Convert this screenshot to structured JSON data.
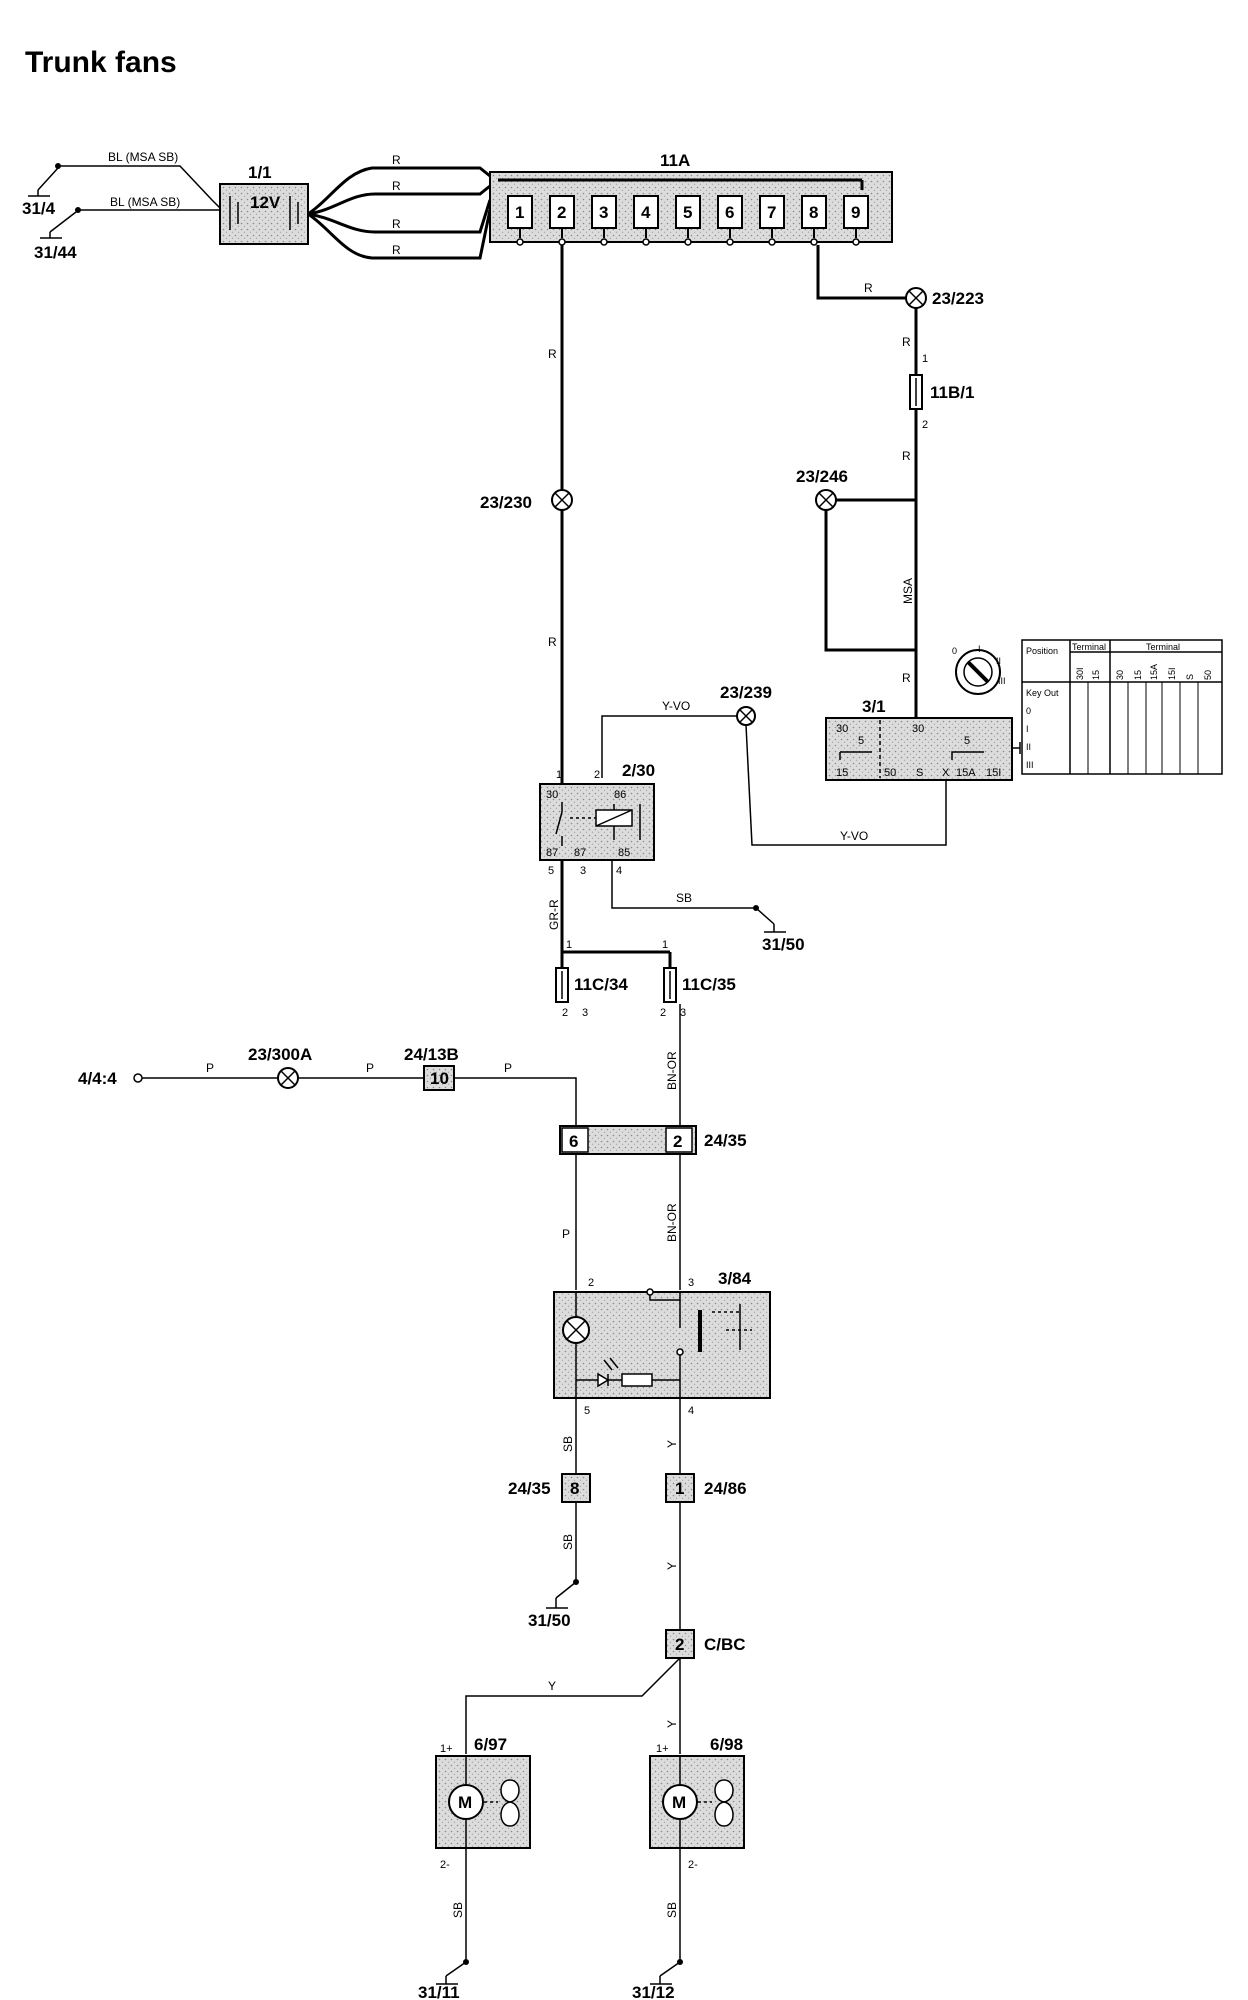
{
  "title": "Trunk fans",
  "components": {
    "battery": {
      "id": "1/1",
      "label": "12V"
    },
    "fusebox": {
      "id": "11A",
      "pins": [
        "1",
        "2",
        "3",
        "4",
        "5",
        "6",
        "7",
        "8",
        "9"
      ]
    },
    "fuse_11b1": {
      "id": "11B/1",
      "pin1": "1",
      "pin2": "2"
    },
    "ignition_switch": {
      "id": "3/1",
      "terminals": [
        "30",
        "15",
        "50",
        "S",
        "X",
        "15A",
        "15I",
        "5",
        "5"
      ]
    },
    "relay": {
      "id": "2/30",
      "pins": [
        "30",
        "86",
        "87",
        "87",
        "85"
      ],
      "wire_pins": [
        "1",
        "2",
        "5",
        "3",
        "4"
      ]
    },
    "fuse_11c34": {
      "id": "11C/34",
      "pins": [
        "1",
        "2",
        "3"
      ]
    },
    "fuse_11c35": {
      "id": "11C/35",
      "pins": [
        "1",
        "2",
        "3"
      ]
    },
    "connector_24_13b": {
      "id": "24/13B",
      "pin": "10"
    },
    "connector_24_35_top": {
      "id": "24/35",
      "pins": [
        "6",
        "2"
      ]
    },
    "switch_3_84": {
      "id": "3/84",
      "pins": [
        "2",
        "3",
        "5",
        "4"
      ]
    },
    "connector_24_35_low": {
      "id": "24/35",
      "pin": "8"
    },
    "connector_24_86": {
      "id": "24/86",
      "pin": "1"
    },
    "connector_cbc": {
      "id": "C/BC",
      "pin": "2"
    },
    "fan_left": {
      "id": "6/97",
      "motor": "M",
      "pin_plus": "1+",
      "pin_minus": "2-"
    },
    "fan_right": {
      "id": "6/98",
      "motor": "M",
      "pin_plus": "1+",
      "pin_minus": "2-"
    }
  },
  "splices": [
    "23/223",
    "23/246",
    "23/230",
    "23/239",
    "23/300A"
  ],
  "grounds": [
    "31/4",
    "31/44",
    "31/50",
    "31/50",
    "31/11",
    "31/12"
  ],
  "external": "4/4:4",
  "wire_colors": {
    "bl_msa_sb": "BL (MSA SB)",
    "r": "R",
    "msa": "MSA",
    "y_vo": "Y-VO",
    "sb": "SB",
    "gr_r": "GR-R",
    "p": "P",
    "bn_or": "BN-OR",
    "y": "Y"
  },
  "switch_table": {
    "headers": [
      "Position",
      "Terminal",
      "Terminal"
    ],
    "sub_headers": [
      "30I",
      "15",
      "30",
      "15",
      "15A",
      "15I",
      "S",
      "50"
    ],
    "rows": [
      "Key Out",
      "0",
      "I",
      "II",
      "III"
    ]
  },
  "colors": {
    "fill": "#d6d6d6",
    "line": "#000000"
  }
}
